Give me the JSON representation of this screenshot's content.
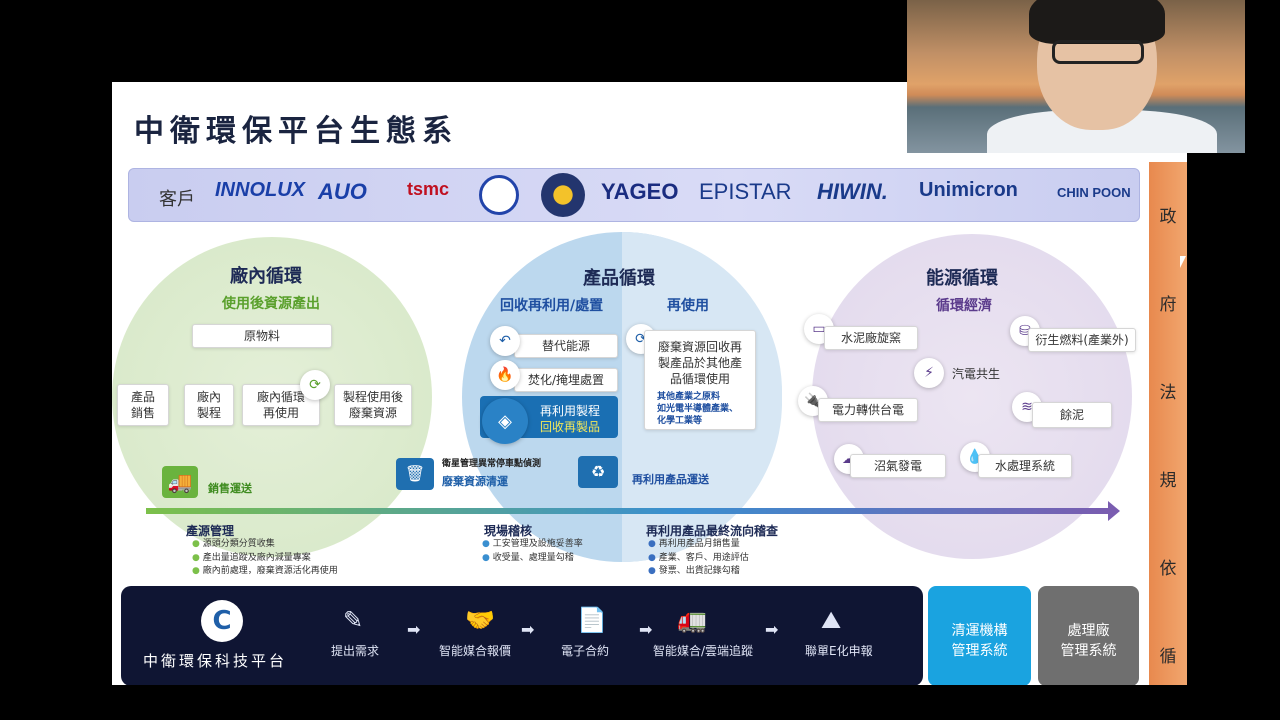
{
  "slide": {
    "title": "中衛環保平台生態系",
    "customers_label": "客戶",
    "customers": [
      "INNOLUX",
      "AUO",
      "tsmc",
      "",
      "",
      "YAGEO",
      "EPISTAR",
      "HIWIN.",
      "Unimicron",
      "CHIN POON"
    ],
    "government_text": [
      "政",
      "府",
      "法",
      "規",
      "依",
      "循"
    ]
  },
  "factory_loop": {
    "title": "廠內循環",
    "subtitle": "使用後資源產出",
    "raw": "原物料",
    "sales": "產品\n銷售",
    "process": "廠內\n製程",
    "reuse": "廠內循環\n再使用",
    "waste": "製程使用後\n廢棄資源",
    "ship_label": "銷售運送"
  },
  "product_loop": {
    "title": "產品循環",
    "left_sub": "回收再利用/處置",
    "right_sub": "再使用",
    "items": [
      "替代能源",
      "焚化/掩埋處置",
      "再利用製程",
      "回收再製品"
    ],
    "reuse_desc": "廢棄資源回收再\n製產品於其他產\n品循環使用",
    "reuse_note": "其他產業之原料\n如光電半導體產業、\n化學工業等",
    "gps_label": "衛星管理異常停車點偵測",
    "clean_label": "廢棄資源清運",
    "recycle_ship": "再利用產品運送"
  },
  "energy_loop": {
    "title": "能源循環",
    "subtitle": "循環經濟",
    "items": [
      "水泥廠旋窯",
      "衍生燃料(產業外)",
      "汽電共生",
      "電力轉供台電",
      "餘泥",
      "沼氣發電",
      "水處理系統"
    ]
  },
  "management": [
    {
      "title": "產源管理",
      "points": [
        "源頭分類分質收集",
        "產出量追蹤及廠內減量專案",
        "廠內前處理，廢棄資源活化再使用"
      ]
    },
    {
      "title": "現場稽核",
      "points": [
        "工安管理及設施妥善率",
        "收受量、處理量勾稽"
      ]
    },
    {
      "title": "再利用產品最終流向稽查",
      "points": [
        "再利用產品月銷售量",
        "產業、客戶、用途評估",
        "發票、出貨記錄勾稽"
      ]
    }
  ],
  "platform": {
    "name": "中衛環保科技平台",
    "steps": [
      "提出需求",
      "智能媒合報價",
      "電子合約",
      "智能媒合/雲端追蹤",
      "聯單E化申報"
    ],
    "clean_system": "清運機構\n管理系統",
    "process_system": "處理廠\n管理系統"
  },
  "colors": {
    "accent_green": "#6aa84f",
    "accent_blue": "#1f5fa8",
    "accent_purple": "#5b3b8c",
    "gov": "#ee9457"
  }
}
